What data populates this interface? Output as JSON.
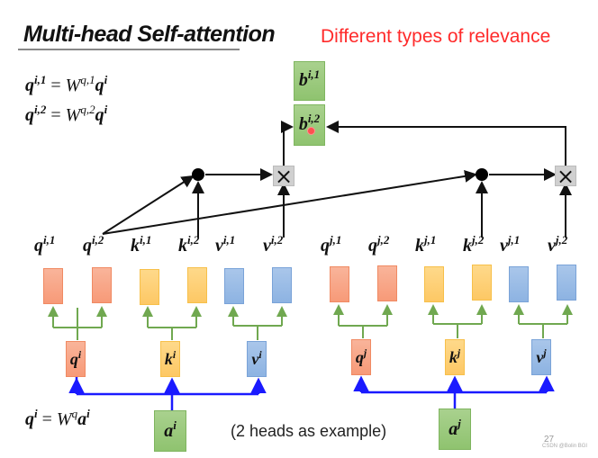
{
  "slide": {
    "title": "Multi-head Self-attention",
    "subtitle": "Different types of relevance",
    "note": "(2 heads as example)",
    "page_number": "27",
    "watermark": "CSDN @Bolin BGI"
  },
  "equations": {
    "eq1": {
      "lhs": "q",
      "lhs_sup": "i,1",
      "eq": " = ",
      "w": "W",
      "w_sup": "q,1",
      "rhs": "q",
      "rhs_sup": "i"
    },
    "eq2": {
      "lhs": "q",
      "lhs_sup": "i,2",
      "eq": " = ",
      "w": "W",
      "w_sup": "q,2",
      "rhs": "q",
      "rhs_sup": "i"
    },
    "eq3": {
      "lhs": "q",
      "lhs_sup": "i",
      "eq": " = ",
      "w": "W",
      "w_sup": "q",
      "rhs": "a",
      "rhs_sup": "i"
    }
  },
  "outputs": [
    {
      "base": "b",
      "sup": "i,1"
    },
    {
      "base": "b",
      "sup": "i,2"
    }
  ],
  "heads": [
    {
      "base": "q",
      "sup": "i,1",
      "type": "q"
    },
    {
      "base": "q",
      "sup": "i,2",
      "type": "q"
    },
    {
      "base": "k",
      "sup": "i,1",
      "type": "k"
    },
    {
      "base": "k",
      "sup": "i,2",
      "type": "k"
    },
    {
      "base": "v",
      "sup": "i,1",
      "type": "v"
    },
    {
      "base": "v",
      "sup": "i,2",
      "type": "v"
    },
    {
      "base": "q",
      "sup": "j,1",
      "type": "q"
    },
    {
      "base": "q",
      "sup": "j,2",
      "type": "q"
    },
    {
      "base": "k",
      "sup": "j,1",
      "type": "k"
    },
    {
      "base": "k",
      "sup": "j,2",
      "type": "k"
    },
    {
      "base": "v",
      "sup": "j,1",
      "type": "v"
    },
    {
      "base": "v",
      "sup": "j,2",
      "type": "v"
    }
  ],
  "projections": [
    {
      "base": "q",
      "sup": "i",
      "type": "q"
    },
    {
      "base": "k",
      "sup": "i",
      "type": "k"
    },
    {
      "base": "v",
      "sup": "i",
      "type": "v"
    },
    {
      "base": "q",
      "sup": "j",
      "type": "q"
    },
    {
      "base": "k",
      "sup": "j",
      "type": "k"
    },
    {
      "base": "v",
      "sup": "j",
      "type": "v"
    }
  ],
  "inputs": [
    {
      "base": "a",
      "sup": "i"
    },
    {
      "base": "a",
      "sup": "j"
    }
  ],
  "operators": {
    "dot": "•",
    "multiply": "×"
  },
  "colors": {
    "title_accent": "#ff2a2a",
    "query": "#f79a78",
    "key": "#fdc865",
    "value": "#8db3e2",
    "io": "#8fc36f",
    "blue_arrow": "#1a1aff",
    "green_arrow": "#70a850"
  }
}
